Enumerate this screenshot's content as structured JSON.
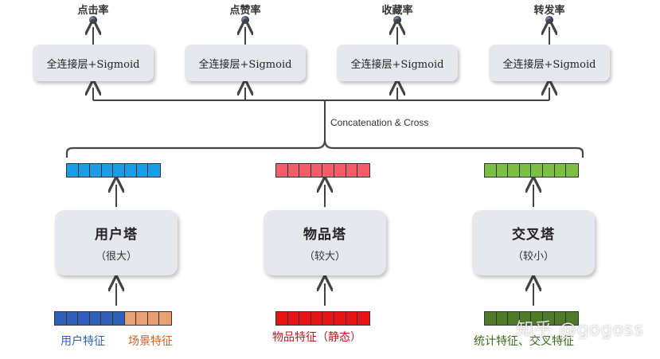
{
  "heads": [
    {
      "label": "点击率",
      "fc": "全连接层+Sigmoid"
    },
    {
      "label": "点赞率",
      "fc": "全连接层+Sigmoid"
    },
    {
      "label": "收藏率",
      "fc": "全连接层+Sigmoid"
    },
    {
      "label": "转发率",
      "fc": "全连接层+Sigmoid"
    }
  ],
  "concat_label": "Concatenation & Cross",
  "towers": [
    {
      "title": "用户塔",
      "subtitle": "（很大）",
      "vector_color": "#1e9be6"
    },
    {
      "title": "物品塔",
      "subtitle": "（较大）",
      "vector_color": "#f0606a"
    },
    {
      "title": "交叉塔",
      "subtitle": "（较小）",
      "vector_color": "#7cc043"
    }
  ],
  "inputs": {
    "user": {
      "labels": [
        "用户特征",
        "场景特征"
      ],
      "colors": [
        "#2f5fb8",
        "#e8a070"
      ],
      "label_colors": [
        "#2f5fb8",
        "#c8662a"
      ]
    },
    "item": {
      "label": "物品特征（静态）",
      "color": "#e61414",
      "label_color": "#c0181e"
    },
    "cross": {
      "label": "统计特征、交叉特征",
      "color": "#4f7a2a",
      "label_color": "#3d6b1f"
    }
  },
  "watermark": "知乎 @gogoss",
  "colors": {
    "line": "#444444",
    "dot": "#2e3a4a",
    "box": "#e6e8ee"
  }
}
